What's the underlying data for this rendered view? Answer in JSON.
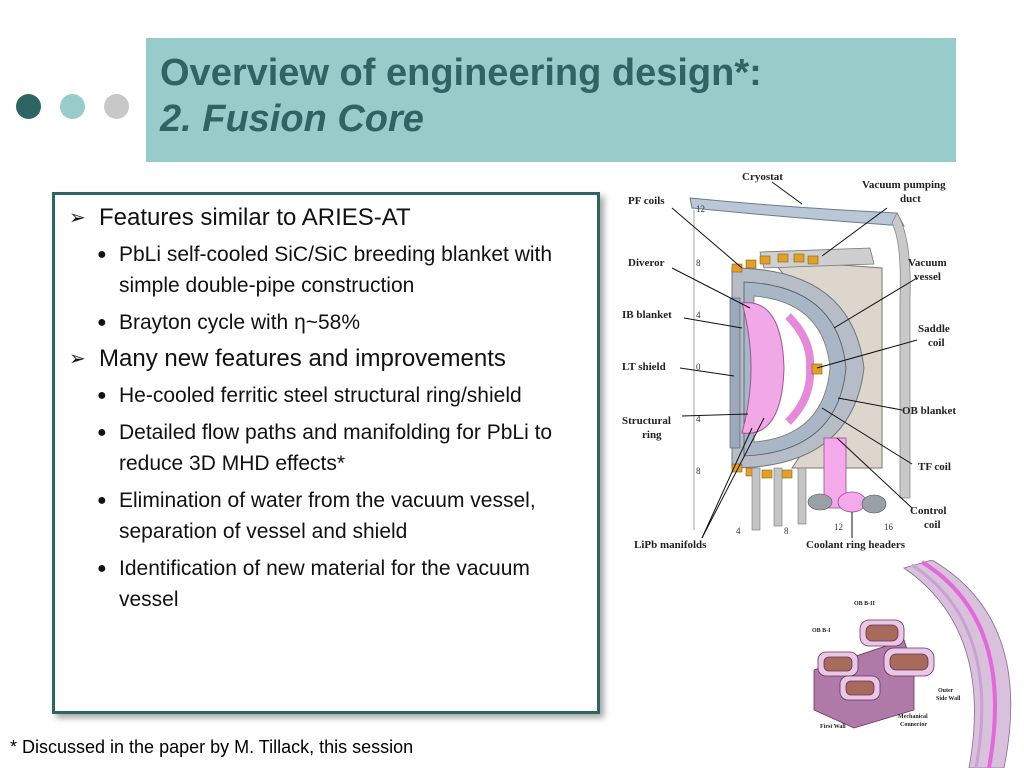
{
  "slide": {
    "title_line1": "Overview of engineering design*:",
    "title_line2": "2. Fusion Core",
    "colors": {
      "title_bg": "#98ccca",
      "title_text": "#2f6464",
      "dot1": "#2f6464",
      "dot2": "#98ccca",
      "dot3": "#c8c8c8"
    }
  },
  "content": {
    "sections": [
      {
        "heading": "Features similar to ARIES-AT",
        "items": [
          "PbLi self-cooled SiC/SiC breeding blanket with simple double-pipe construction",
          "Brayton cycle with η~58%"
        ]
      },
      {
        "heading": "Many new features and improvements",
        "items": [
          "He-cooled ferritic steel structural ring/shield",
          "Detailed flow paths and manifolding for PbLi to reduce 3D MHD effects*",
          "Elimination of water from the vacuum vessel, separation of vessel and shield",
          "Identification of new material for the vacuum vessel"
        ]
      }
    ]
  },
  "footnote": "*  Discussed in the paper by M. Tillack, this session",
  "diagram": {
    "labels": {
      "cryostat": "Cryostat",
      "vacuum_pumping_duct_1": "Vacuum pumping",
      "vacuum_pumping_duct_2": "duct",
      "pf_coils": "PF coils",
      "divertor": "Diveror",
      "vacuum_vessel_1": "Vacuum",
      "vacuum_vessel_2": "vessel",
      "ib_blanket": "IB blanket",
      "saddle_coil_1": "Saddle",
      "saddle_coil_2": "coil",
      "lt_shield": "LT shield",
      "ob_blanket": "OB blanket",
      "structural_ring_1": "Structural",
      "structural_ring_2": "ring",
      "tf_coil": "TF coil",
      "control_coil_1": "Control",
      "control_coil_2": "coil",
      "lipb_manifolds": "LiPb manifolds",
      "coolant_ring_headers": "Coolant ring headers"
    },
    "ticks_y": [
      "12",
      "8",
      "4",
      "0",
      "4",
      "8"
    ],
    "ticks_x": [
      "4",
      "8",
      "12",
      "16"
    ]
  },
  "blanket_diagram": {
    "labels": {
      "ob_b2": "OB B-II",
      "ob_b1": "OB B-I",
      "first_wall": "First Wall",
      "outer_side_wall_1": "Outer",
      "outer_side_wall_2": "Side Wall",
      "mechanical_connector_1": "Mechanical",
      "mechanical_connector_2": "Connector"
    }
  }
}
